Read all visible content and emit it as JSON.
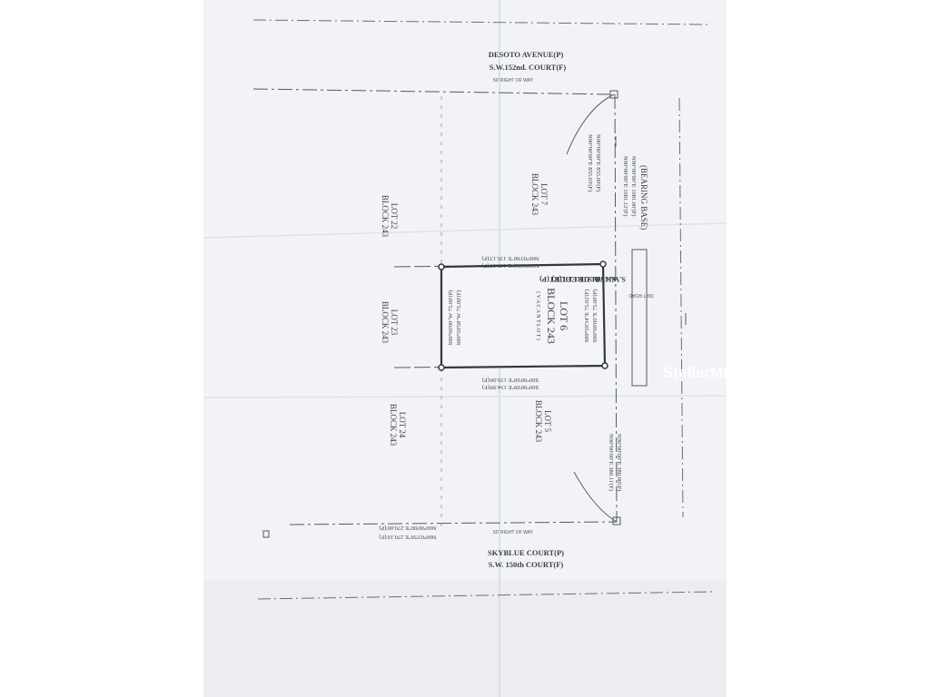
{
  "streets": {
    "north_p": "DESOTO AVENUE(P)",
    "north_f": "S.W.152nd. COURT(F)",
    "south_p": "SKYBLUE COURT(P)",
    "south_f": "S.W. 150th COURT(F)",
    "east_p": "SKYBLUE COURT(P)",
    "east_f": "S.W. 16th STREET(F)"
  },
  "right_of_way": "50' RIGHT OF WAY",
  "dirt_road": "DIRT ROAD",
  "bearing_base": "(BEARING BASE)",
  "dims": {
    "bb_1": "N90°00'00\"E  1081.00'(P)",
    "bb_2": "N90°00'00\"E  1081.12'(F)",
    "north_1": "N90°00'00\"E  855.00'(P)",
    "north_2": "N90°00'00\"E  855.03'(F)",
    "south_1": "N90°00'00\"E  380.00'(P)",
    "south_2": "N90°00'00\"E  380.11'(F)",
    "lot_top_1": "N00°00'00\"E  135.00'(P)",
    "lot_top_2": "N00°03'00\"E  135.13'(F)",
    "lot_bot_1": "S00°00'00\"E  135.00'(P)",
    "lot_bot_2": "S00°00'09\"E  134.99'(F)",
    "lot_east_1": "S90°00'00\"E  75.00'(P)",
    "lot_east_2": "S89°59'34\"E  75.02'(F)",
    "lot_west_1": "S90°00'00\"W  75.00'(P)",
    "lot_west_2": "S89°59'58\"W  75.00'(F)",
    "west_1": "N00°00'00\"E  270.00'(P)",
    "west_2": "N00°03'59\"E  270.16'(F)"
  },
  "subject_lot": {
    "lot": "LOT 6",
    "block": "BLOCK 243",
    "vacant": "( V A C A N T   L O T )"
  },
  "lots": [
    {
      "lot": "LOT 7",
      "block": "BLOCK 243"
    },
    {
      "lot": "LOT 22",
      "block": "BLOCK 243"
    },
    {
      "lot": "LOT 23",
      "block": "BLOCK 243"
    },
    {
      "lot": "LOT 5",
      "block": "BLOCK 243"
    },
    {
      "lot": "LOT 24",
      "block": "BLOCK 243"
    }
  ],
  "watermark": "StellarMLS",
  "colors": {
    "paper": "#f1f3f7",
    "ink": "#3c3f46",
    "line": "#565a62"
  }
}
